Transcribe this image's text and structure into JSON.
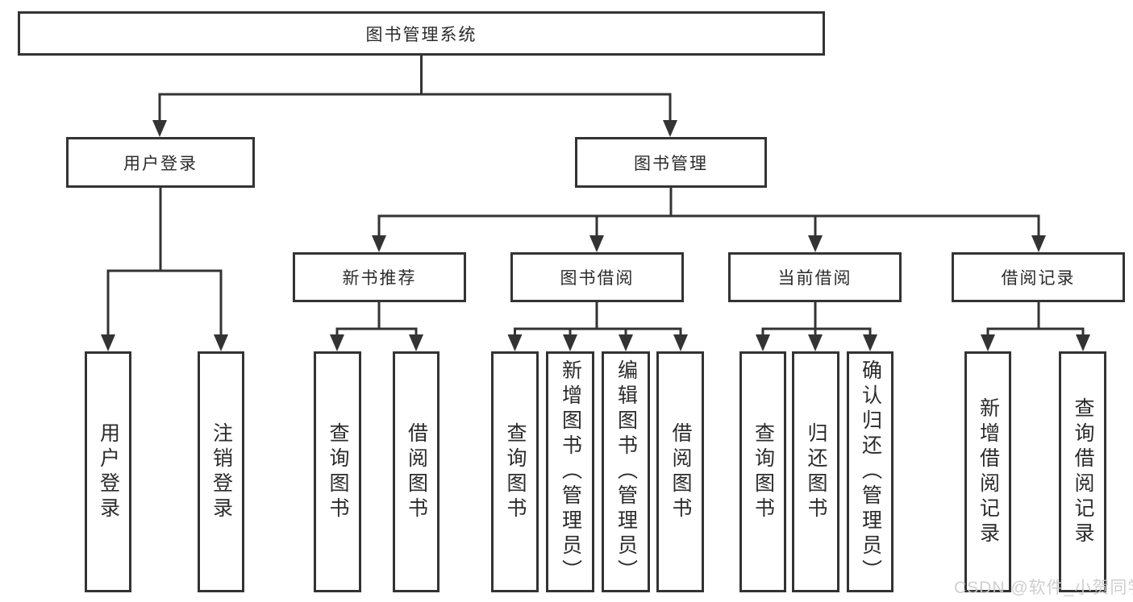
{
  "diagram": {
    "root": {
      "label": "图书管理系统"
    },
    "branches": [
      {
        "label": "用户登录",
        "children": [
          {
            "label": "用户登录"
          },
          {
            "label": "注销登录"
          }
        ]
      },
      {
        "label": "图书管理",
        "children": [
          {
            "label": "新书推荐",
            "children": [
              {
                "label": "查询图书"
              },
              {
                "label": "借阅图书"
              }
            ]
          },
          {
            "label": "图书借阅",
            "children": [
              {
                "label": "查询图书"
              },
              {
                "label": "新增图书（管理员）"
              },
              {
                "label": "编辑图书（管理员）"
              },
              {
                "label": "借阅图书"
              }
            ]
          },
          {
            "label": "当前借阅",
            "children": [
              {
                "label": "查询图书"
              },
              {
                "label": "归还图书"
              },
              {
                "label": "确认归还（管理员）"
              }
            ]
          },
          {
            "label": "借阅记录",
            "children": [
              {
                "label": "新增借阅记录"
              },
              {
                "label": "查询借阅记录"
              }
            ]
          }
        ]
      }
    ],
    "watermark": "CSDN @软件_小贺同学",
    "colors": {
      "line": "#333333",
      "text": "#2b2b2b",
      "background": "#ffffff",
      "watermark": "#cbcbcb"
    }
  }
}
